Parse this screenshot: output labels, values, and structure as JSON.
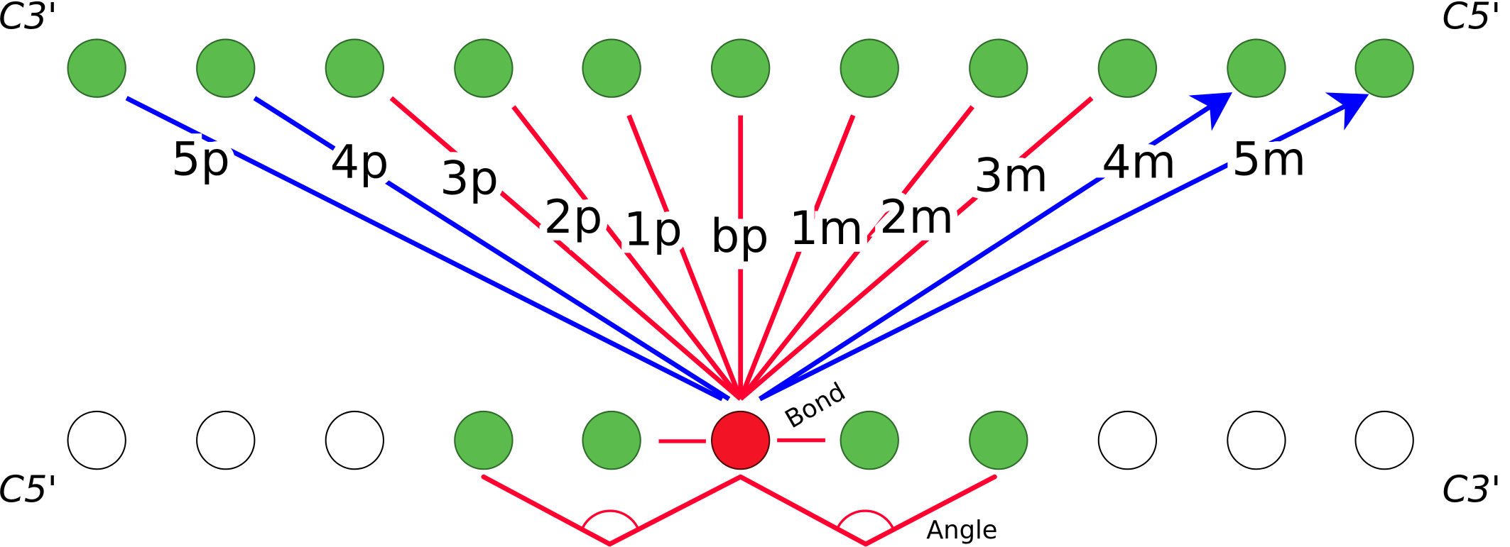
{
  "strand_labels": {
    "top_left": "C3'",
    "top_right": "C5'",
    "bottom_left": "C5'",
    "bottom_right": "C3'"
  },
  "bond_label": "Bond",
  "angle_label": "Angle",
  "colors": {
    "green": "#5bbb4c",
    "red_atom": "#f21324",
    "red_line": "#ff0030",
    "blue_line": "#0000ff"
  },
  "top_row": [
    "green",
    "green",
    "green",
    "green",
    "green",
    "green",
    "green",
    "green",
    "green",
    "green",
    "green"
  ],
  "bottom_row": [
    "white",
    "white",
    "white",
    "green",
    "green",
    "red",
    "green",
    "green",
    "white",
    "white",
    "white"
  ],
  "interactions": [
    {
      "label": "5p",
      "color": "blue"
    },
    {
      "label": "4p",
      "color": "blue"
    },
    {
      "label": "3p",
      "color": "red"
    },
    {
      "label": "2p",
      "color": "red"
    },
    {
      "label": "1p",
      "color": "red"
    },
    {
      "label": "bp",
      "color": "red"
    },
    {
      "label": "1m",
      "color": "red"
    },
    {
      "label": "2m",
      "color": "red"
    },
    {
      "label": "3m",
      "color": "red"
    },
    {
      "label": "4m",
      "color": "blue",
      "arrow": true
    },
    {
      "label": "5m",
      "color": "blue",
      "arrow": true
    }
  ]
}
